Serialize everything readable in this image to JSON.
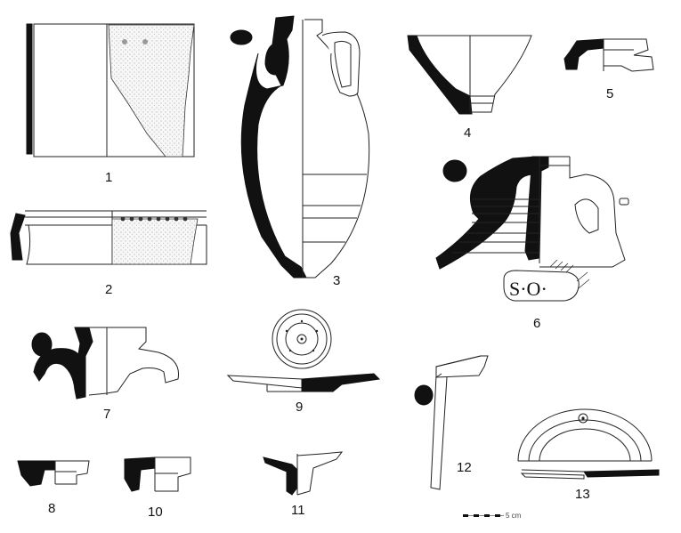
{
  "figure": {
    "labels": [
      "1",
      "2",
      "3",
      "4",
      "5",
      "6",
      "7",
      "8",
      "9",
      "10",
      "11",
      "12",
      "13"
    ],
    "stamp_text": "S·O·",
    "scale_label": "5 cm"
  }
}
